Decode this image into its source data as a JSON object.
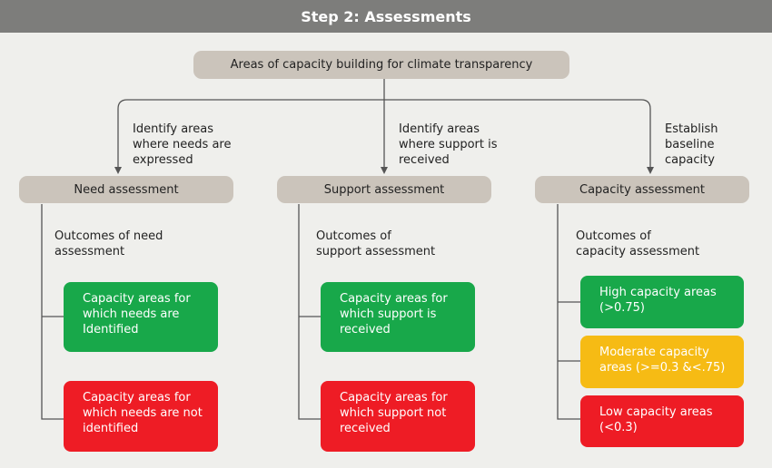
{
  "header": {
    "title": "Step 2: Assessments"
  },
  "top_node": {
    "label": "Areas of capacity building for  climate transparency"
  },
  "colors": {
    "header_bg": "#7d7d7b",
    "node_bg": "#cbc4bb",
    "green": "#18a84a",
    "red": "#ee1c25",
    "yellow": "#f6bb14",
    "connector": "#555555"
  },
  "columns": [
    {
      "arrow_label": "Identify areas\nwhere needs are\nexpressed",
      "node_label": "Need assessment",
      "outcomes_label": "Outcomes of need\nassessment",
      "boxes": [
        {
          "text": "Capacity areas for\nwhich needs are\nIdentified",
          "status": "green"
        },
        {
          "text": "Capacity areas for\nwhich needs are not\nidentified",
          "status": "red"
        }
      ]
    },
    {
      "arrow_label": "Identify areas\nwhere support is\nreceived",
      "node_label": "Support assessment",
      "outcomes_label": "Outcomes of\nsupport assessment",
      "boxes": [
        {
          "text": "Capacity areas for\nwhich  support is\nreceived",
          "status": "green"
        },
        {
          "text": "Capacity areas for\nwhich  support not\nreceived",
          "status": "red"
        }
      ]
    },
    {
      "arrow_label": "Establish\nbaseline\ncapacity",
      "node_label": "Capacity assessment",
      "outcomes_label": "Outcomes of\ncapacity assessment",
      "boxes": [
        {
          "text": "High capacity areas\n(>0.75)",
          "status": "green"
        },
        {
          "text": "Moderate capacity\nareas (>=0.3 &<.75)",
          "status": "yellow"
        },
        {
          "text": "Low capacity areas\n(<0.3)",
          "status": "red"
        }
      ]
    }
  ]
}
